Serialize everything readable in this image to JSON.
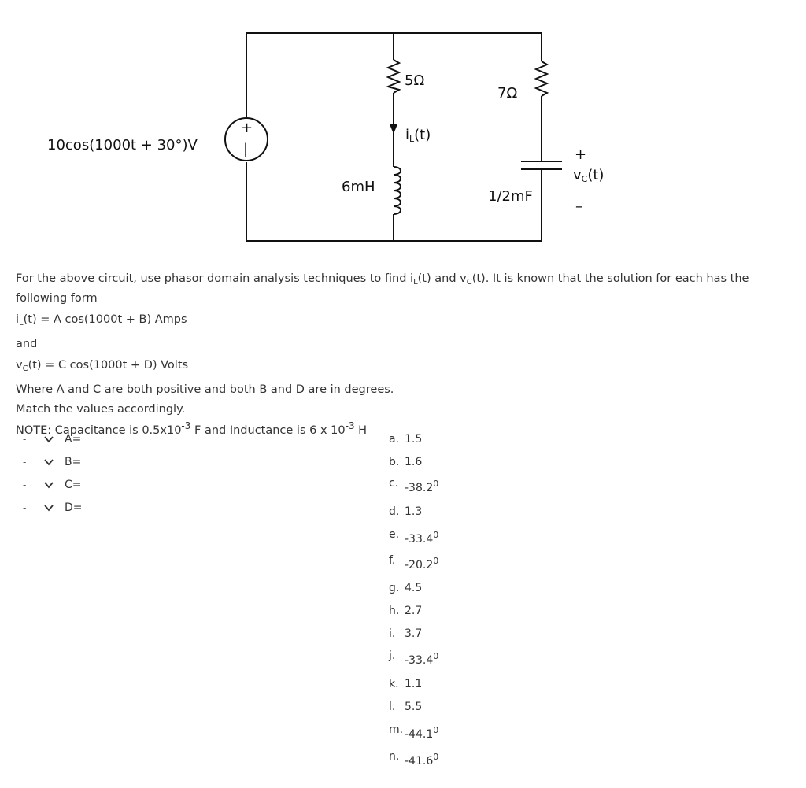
{
  "circuit": {
    "source_label": "10cos(1000t + 30°)V",
    "source_plus": "+",
    "source_minus": "|",
    "r1_label": "5Ω",
    "r2_label": "7Ω",
    "il_label_main": "i",
    "il_label_sub": "L",
    "il_label_t": "(t)",
    "inductor_label": "6mH",
    "capacitor_label": "1/2mF",
    "vc_plus": "+",
    "vc_main": "v",
    "vc_sub": "C",
    "vc_t": "(t)",
    "vc_minus": "–"
  },
  "question": {
    "intro_a": "For the above circuit, use phasor domain analysis techniques to find i",
    "intro_sub1": "L",
    "intro_b": "(t) and v",
    "intro_sub2": "C",
    "intro_c": "(t).   It is known that the solution for each has the following form",
    "il_form_a": "i",
    "il_form_sub": "L",
    "il_form_b": "(t) = A cos(1000t + B)  Amps",
    "and": "and",
    "vc_form_a": "v",
    "vc_form_sub": "C",
    "vc_form_b": "(t) = C cos(1000t + D) Volts",
    "where": "Where A and C are both positive and both B and D are in degrees.",
    "match": "Match the values accordingly.",
    "note_a": "NOTE: Capacitance is 0.5x10",
    "note_exp1": "-3",
    "note_b": " F  and Inductance is 6 x 10",
    "note_exp2": "-3",
    "note_c": " H"
  },
  "matching": [
    {
      "dash": "-",
      "label": "A="
    },
    {
      "dash": "-",
      "label": "B="
    },
    {
      "dash": "-",
      "label": "C="
    },
    {
      "dash": "-",
      "label": "D="
    }
  ],
  "options": [
    {
      "letter": "a.",
      "value": "1.5",
      "deg": ""
    },
    {
      "letter": "b.",
      "value": "1.6",
      "deg": ""
    },
    {
      "letter": "c.",
      "value": "-38.2",
      "deg": "0"
    },
    {
      "letter": "d.",
      "value": "1.3",
      "deg": ""
    },
    {
      "letter": "e.",
      "value": "-33.4",
      "deg": "0"
    },
    {
      "letter": "f.",
      "value": "-20.2",
      "deg": "0"
    },
    {
      "letter": "g.",
      "value": "4.5",
      "deg": ""
    },
    {
      "letter": "h.",
      "value": "2.7",
      "deg": ""
    },
    {
      "letter": "i.",
      "value": "3.7",
      "deg": ""
    },
    {
      "letter": "j.",
      "value": "-33.4",
      "deg": "0"
    },
    {
      "letter": "k.",
      "value": "1.1",
      "deg": ""
    },
    {
      "letter": "l.",
      "value": "5.5",
      "deg": ""
    },
    {
      "letter": "m.",
      "value": "-44.1",
      "deg": "0"
    },
    {
      "letter": "n.",
      "value": "-41.6",
      "deg": "0"
    }
  ]
}
